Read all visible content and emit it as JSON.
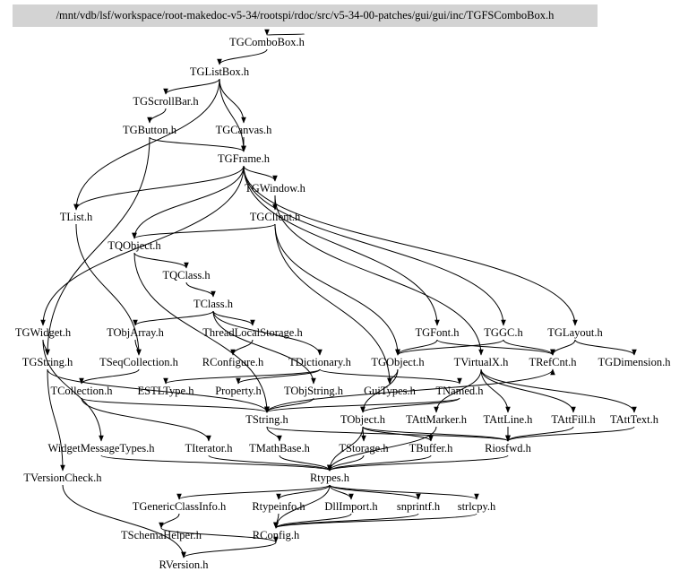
{
  "title": "/mnt/vdb/lsf/workspace/root-makedoc-v5-34/rootspi/rdoc/src/v5-34-00-patches/gui/gui/inc/TGFSComboBox.h",
  "nodes": {
    "TGComboBox": "TGComboBox.h",
    "TGListBox": "TGListBox.h",
    "TGScrollBar": "TGScrollBar.h",
    "TGButton": "TGButton.h",
    "TGCanvas": "TGCanvas.h",
    "TGFrame": "TGFrame.h",
    "TGWindow": "TGWindow.h",
    "TList": "TList.h",
    "TGClient": "TGClient.h",
    "TQObject": "TQObject.h",
    "TQClass": "TQClass.h",
    "TClass": "TClass.h",
    "TGWidget": "TGWidget.h",
    "TObjArray": "TObjArray.h",
    "ThreadLocalStorage": "ThreadLocalStorage.h",
    "TGFont": "TGFont.h",
    "TGGC": "TGGC.h",
    "TGLayout": "TGLayout.h",
    "TGString": "TGString.h",
    "TSeqCollection": "TSeqCollection.h",
    "RConfigure": "RConfigure.h",
    "TDictionary": "TDictionary.h",
    "TGObject": "TGObject.h",
    "TVirtualX": "TVirtualX.h",
    "TRefCnt": "TRefCnt.h",
    "TGDimension": "TGDimension.h",
    "TCollection": "TCollection.h",
    "ESTLType": "ESTLType.h",
    "Property": "Property.h",
    "TObjString": "TObjString.h",
    "GuiTypes": "GuiTypes.h",
    "TNamed": "TNamed.h",
    "TString": "TString.h",
    "TObject": "TObject.h",
    "TAttMarker": "TAttMarker.h",
    "TAttLine": "TAttLine.h",
    "TAttFill": "TAttFill.h",
    "TAttText": "TAttText.h",
    "WidgetMessageTypes": "WidgetMessageTypes.h",
    "TIterator": "TIterator.h",
    "TMathBase": "TMathBase.h",
    "TStorage": "TStorage.h",
    "TBuffer": "TBuffer.h",
    "Riosfwd": "Riosfwd.h",
    "TVersionCheck": "TVersionCheck.h",
    "Rtypes": "Rtypes.h",
    "TGenericClassInfo": "TGenericClassInfo.h",
    "Rtypeinfo": "Rtypeinfo.h",
    "DllImport": "DllImport.h",
    "snprintf": "snprintf.h",
    "strlcpy": "strlcpy.h",
    "TSchemaHelper": "TSchemaHelper.h",
    "RConfig": "RConfig.h",
    "RVersion": "RVersion.h"
  },
  "edges": [
    [
      "root",
      "TGComboBox"
    ],
    [
      "TGComboBox",
      "TGListBox"
    ],
    [
      "TGListBox",
      "TGScrollBar"
    ],
    [
      "TGListBox",
      "TGCanvas"
    ],
    [
      "TGListBox",
      "TGFrame"
    ],
    [
      "TGListBox",
      "TList"
    ],
    [
      "TGScrollBar",
      "TGButton"
    ],
    [
      "TGButton",
      "TGFrame"
    ],
    [
      "TGButton",
      "TGString"
    ],
    [
      "TGCanvas",
      "TGFrame"
    ],
    [
      "TGFrame",
      "TGWindow"
    ],
    [
      "TGFrame",
      "TList"
    ],
    [
      "TGFrame",
      "TQObject"
    ],
    [
      "TGFrame",
      "TGWidget"
    ],
    [
      "TGFrame",
      "TGFont"
    ],
    [
      "TGFrame",
      "TGGC"
    ],
    [
      "TGFrame",
      "TGLayout"
    ],
    [
      "TGWindow",
      "TGClient"
    ],
    [
      "TGWindow",
      "TVirtualX"
    ],
    [
      "TGClient",
      "TQObject"
    ],
    [
      "TGClient",
      "TGObject"
    ],
    [
      "TGClient",
      "GuiTypes"
    ],
    [
      "TList",
      "TSeqCollection"
    ],
    [
      "TQObject",
      "TQClass"
    ],
    [
      "TQObject",
      "TString"
    ],
    [
      "TQClass",
      "TClass"
    ],
    [
      "TClass",
      "TObjArray"
    ],
    [
      "TClass",
      "ThreadLocalStorage"
    ],
    [
      "TClass",
      "TDictionary"
    ],
    [
      "TClass",
      "TObjString"
    ],
    [
      "TObjArray",
      "TSeqCollection"
    ],
    [
      "ThreadLocalStorage",
      "RConfigure"
    ],
    [
      "TGWidget",
      "TGString"
    ],
    [
      "TGWidget",
      "WidgetMessageTypes"
    ],
    [
      "TGString",
      "TString"
    ],
    [
      "TGString",
      "TVersionCheck"
    ],
    [
      "TSeqCollection",
      "TCollection"
    ],
    [
      "TCollection",
      "TIterator"
    ],
    [
      "TCollection",
      "TString"
    ],
    [
      "TDictionary",
      "ESTLType"
    ],
    [
      "TDictionary",
      "Property"
    ],
    [
      "TDictionary",
      "TNamed"
    ],
    [
      "TGObject",
      "GuiTypes"
    ],
    [
      "TGObject",
      "TObject"
    ],
    [
      "TGFont",
      "TGObject"
    ],
    [
      "TGFont",
      "TRefCnt"
    ],
    [
      "TGGC",
      "TGObject"
    ],
    [
      "TGGC",
      "TRefCnt"
    ],
    [
      "TGLayout",
      "TGDimension"
    ],
    [
      "TGLayout",
      "TRefCnt"
    ],
    [
      "TVirtualX",
      "TAttMarker"
    ],
    [
      "TVirtualX",
      "TAttLine"
    ],
    [
      "TVirtualX",
      "TAttFill"
    ],
    [
      "TVirtualX",
      "TAttText"
    ],
    [
      "TObjString",
      "TString"
    ],
    [
      "TNamed",
      "TString"
    ],
    [
      "TNamed",
      "TObject"
    ],
    [
      "TString",
      "TMathBase"
    ],
    [
      "TString",
      "TRefCnt"
    ],
    [
      "TString",
      "Riosfwd"
    ],
    [
      "TObject",
      "TStorage"
    ],
    [
      "TObject",
      "TBuffer"
    ],
    [
      "TObject",
      "Riosfwd"
    ],
    [
      "TObject",
      "Rtypes"
    ],
    [
      "TAttMarker",
      "Rtypes"
    ],
    [
      "TAttLine",
      "Riosfwd"
    ],
    [
      "TAttFill",
      "Riosfwd"
    ],
    [
      "TAttText",
      "Riosfwd"
    ],
    [
      "TIterator",
      "Rtypes"
    ],
    [
      "TMathBase",
      "Rtypes"
    ],
    [
      "TStorage",
      "Rtypes"
    ],
    [
      "TBuffer",
      "Rtypes"
    ],
    [
      "Riosfwd",
      "Rtypes"
    ],
    [
      "WidgetMessageTypes",
      "Rtypes"
    ],
    [
      "TVersionCheck",
      "RVersion"
    ],
    [
      "Rtypes",
      "TGenericClassInfo"
    ],
    [
      "Rtypes",
      "Rtypeinfo"
    ],
    [
      "Rtypes",
      "DllImport"
    ],
    [
      "Rtypes",
      "snprintf"
    ],
    [
      "Rtypes",
      "strlcpy"
    ],
    [
      "Rtypes",
      "RConfig"
    ],
    [
      "TGenericClassInfo",
      "TSchemaHelper"
    ],
    [
      "TSchemaHelper",
      "RConfig"
    ],
    [
      "Rtypeinfo",
      "RConfig"
    ],
    [
      "DllImport",
      "RConfig"
    ],
    [
      "snprintf",
      "RConfig"
    ],
    [
      "strlcpy",
      "RConfig"
    ],
    [
      "RConfig",
      "RVersion"
    ]
  ]
}
